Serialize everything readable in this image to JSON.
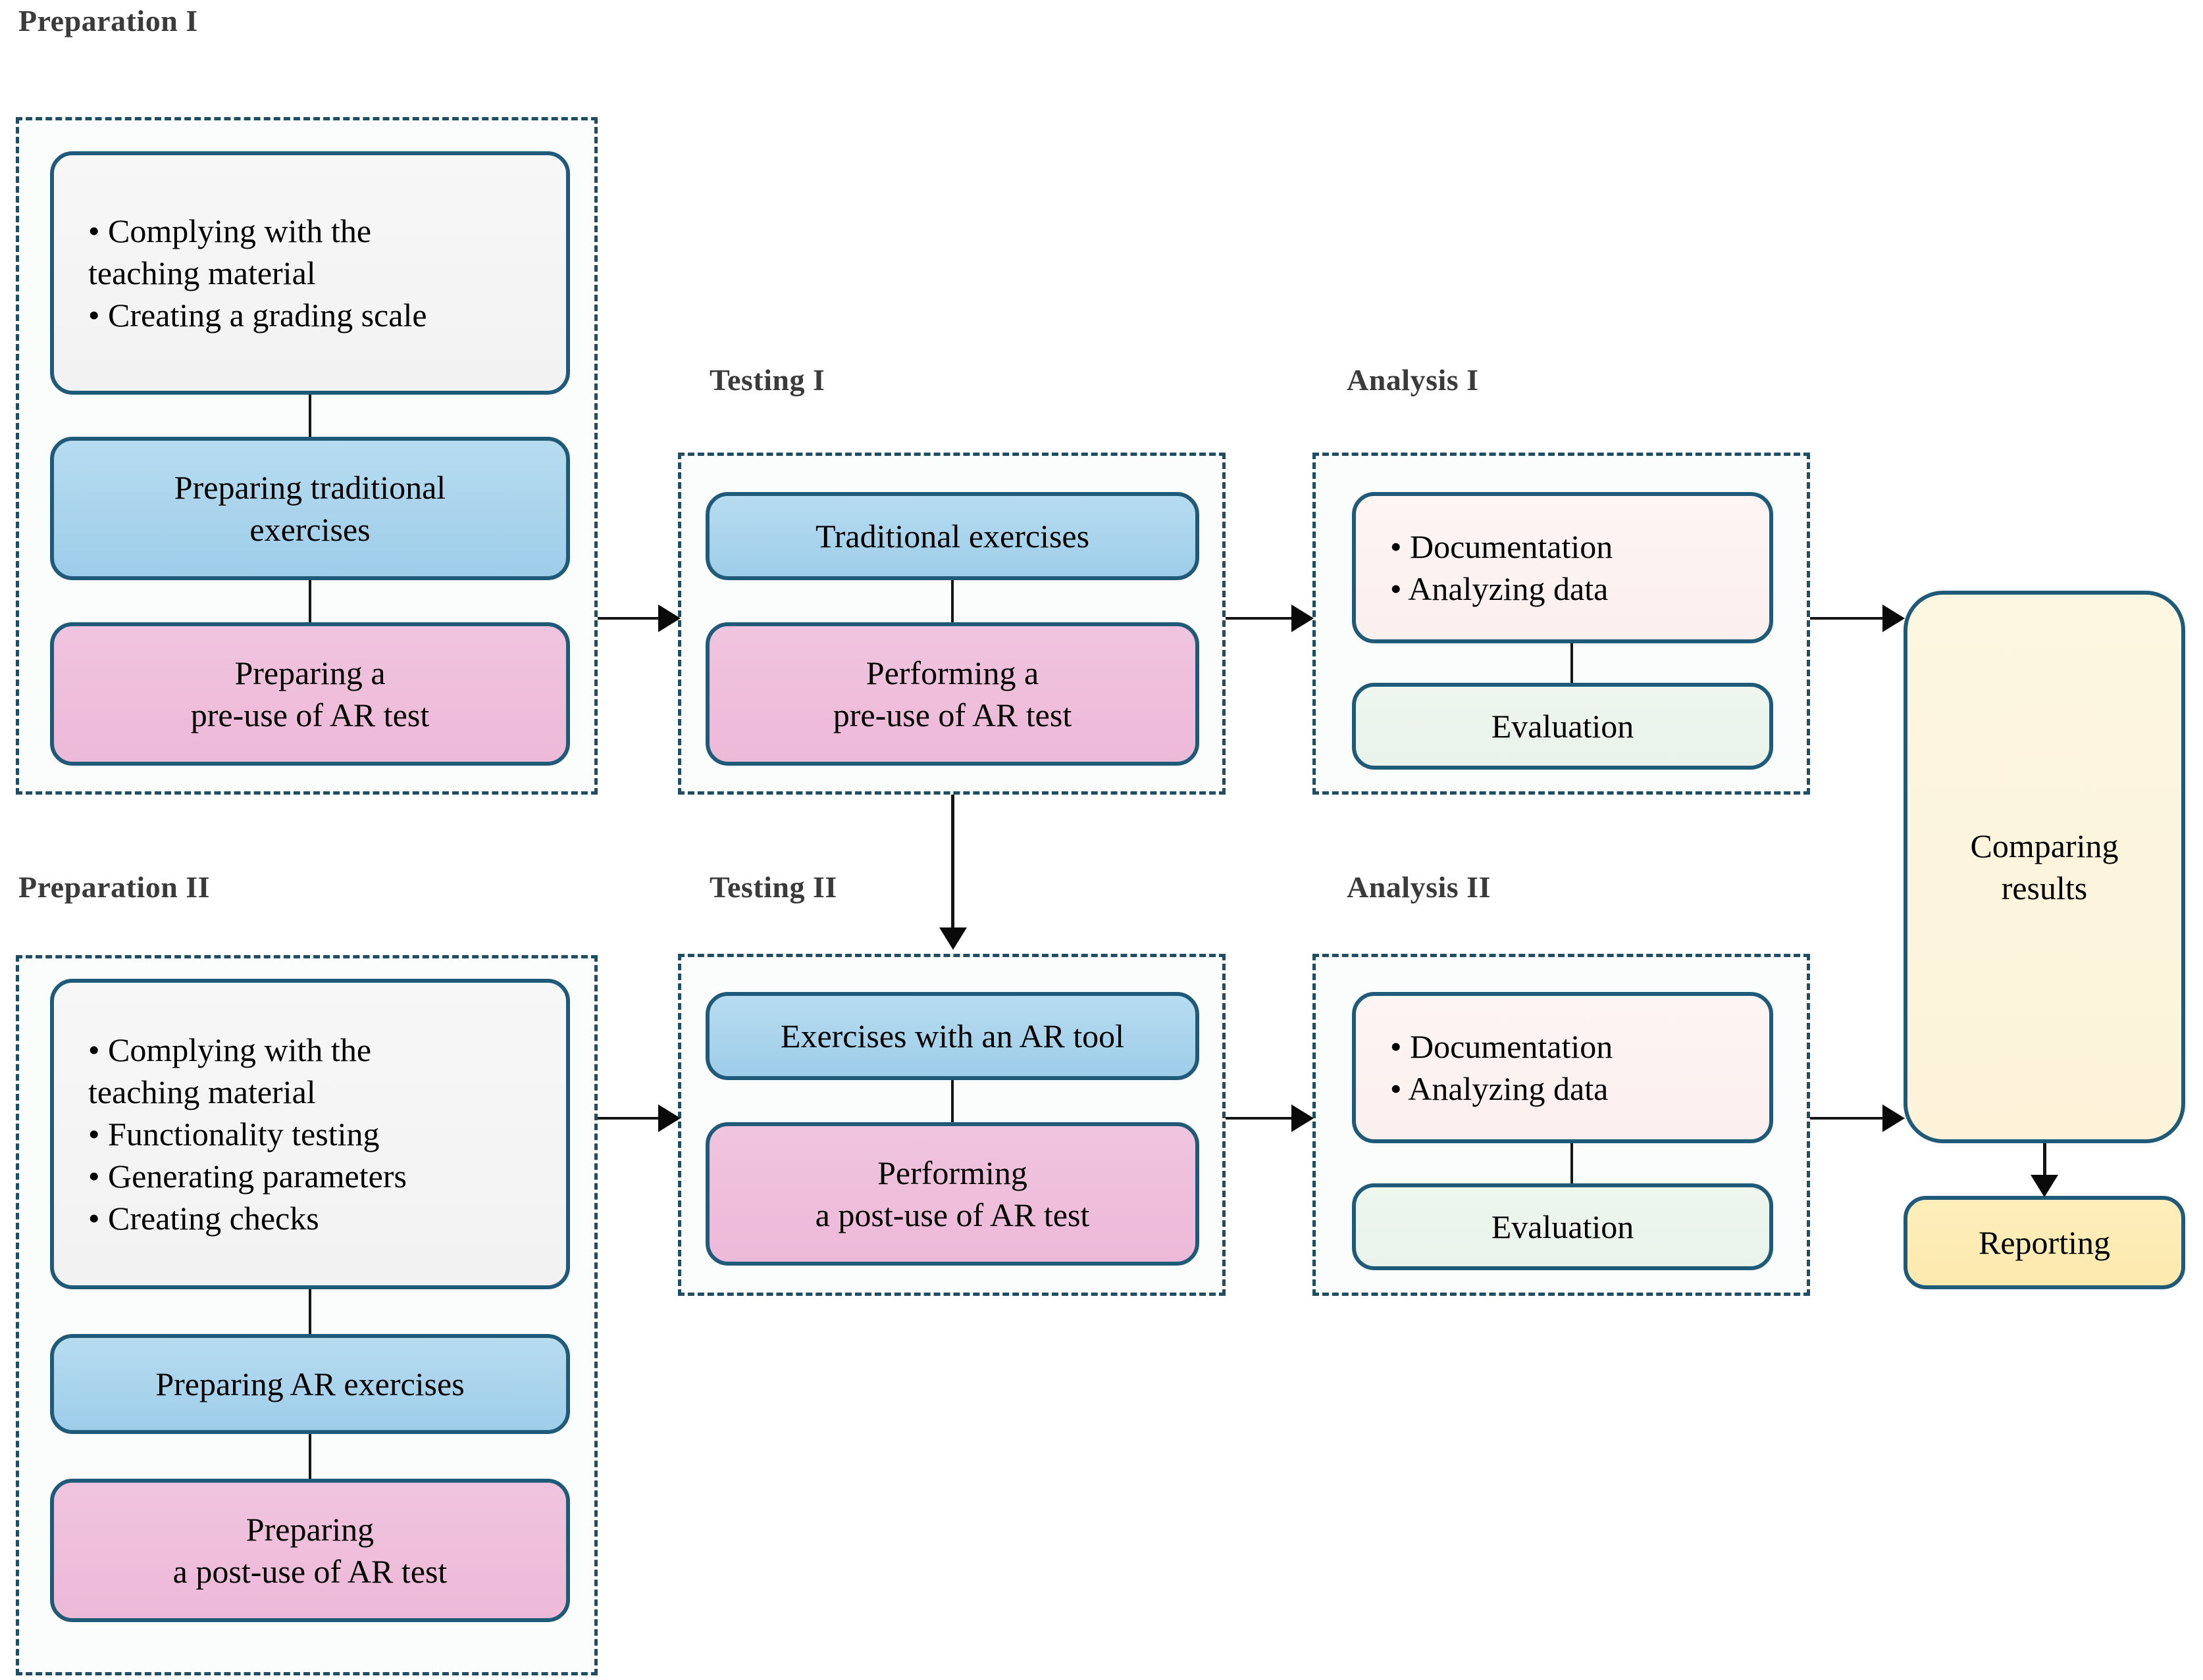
{
  "figure": {
    "type": "flowchart",
    "orientation": "left-to-right, two parallel tracks merging",
    "accent_border": "#1f5a78",
    "group_border": "#1f4e64",
    "colors": {
      "grey_box": "#f4f4f4",
      "blue_box": "#a8d2ec",
      "pink_box": "#eec0dc",
      "rose_box": "#fcf3f2",
      "green_box": "#ecf4ec",
      "cream_box": "#fcf5de",
      "yellow_box": "#fbe9b2",
      "connector": "#111111"
    }
  },
  "groups": {
    "preparation_1": {
      "label": "Preparation I",
      "nodes": {
        "planning": {
          "bullets": [
            "Complying with the",
            "teaching material",
            "Creating a grading scale"
          ],
          "fill": "grey"
        },
        "traditional": {
          "lines": [
            "Preparing traditional",
            "exercises"
          ],
          "fill": "blue"
        },
        "pretest": {
          "lines": [
            "Preparing a",
            "pre-use of AR test"
          ],
          "fill": "pink"
        }
      }
    },
    "preparation_2": {
      "label": "Preparation II",
      "nodes": {
        "planning": {
          "bullets": [
            "Complying with the",
            "teaching material",
            "Functionality testing",
            "Generating parameters",
            "Creating checks"
          ],
          "fill": "grey"
        },
        "ar_exercises": {
          "lines": [
            "Preparing AR exercises"
          ],
          "fill": "blue"
        },
        "posttest": {
          "lines": [
            "Preparing",
            "a post-use of AR test"
          ],
          "fill": "pink"
        }
      }
    },
    "testing_1": {
      "label": "Testing I",
      "nodes": {
        "exercises": {
          "lines": [
            "Traditional exercises"
          ],
          "fill": "blue"
        },
        "performing": {
          "lines": [
            "Performing a",
            "pre-use of AR test"
          ],
          "fill": "pink"
        }
      }
    },
    "testing_2": {
      "label": "Testing II",
      "nodes": {
        "exercises": {
          "lines": [
            "Exercises with an AR tool"
          ],
          "fill": "blue"
        },
        "performing": {
          "lines": [
            "Performing",
            "a post-use of AR test"
          ],
          "fill": "pink"
        }
      }
    },
    "analysis_1": {
      "label": "Analysis I",
      "nodes": {
        "docs": {
          "bullets": [
            "Documentation",
            "Analyzing data"
          ],
          "fill": "rose"
        },
        "evaluation": {
          "lines": [
            "Evaluation"
          ],
          "fill": "green"
        }
      }
    },
    "analysis_2": {
      "label": "Analysis II",
      "nodes": {
        "docs": {
          "bullets": [
            "Documentation",
            "Analyzing data"
          ],
          "fill": "rose"
        },
        "evaluation": {
          "lines": [
            "Evaluation"
          ],
          "fill": "green"
        }
      }
    }
  },
  "final": {
    "comparing": {
      "lines": [
        "Comparing",
        "results"
      ],
      "fill": "cream"
    },
    "reporting": {
      "lines": [
        "Reporting"
      ],
      "fill": "yellow"
    }
  },
  "bullet_glyph": "•"
}
